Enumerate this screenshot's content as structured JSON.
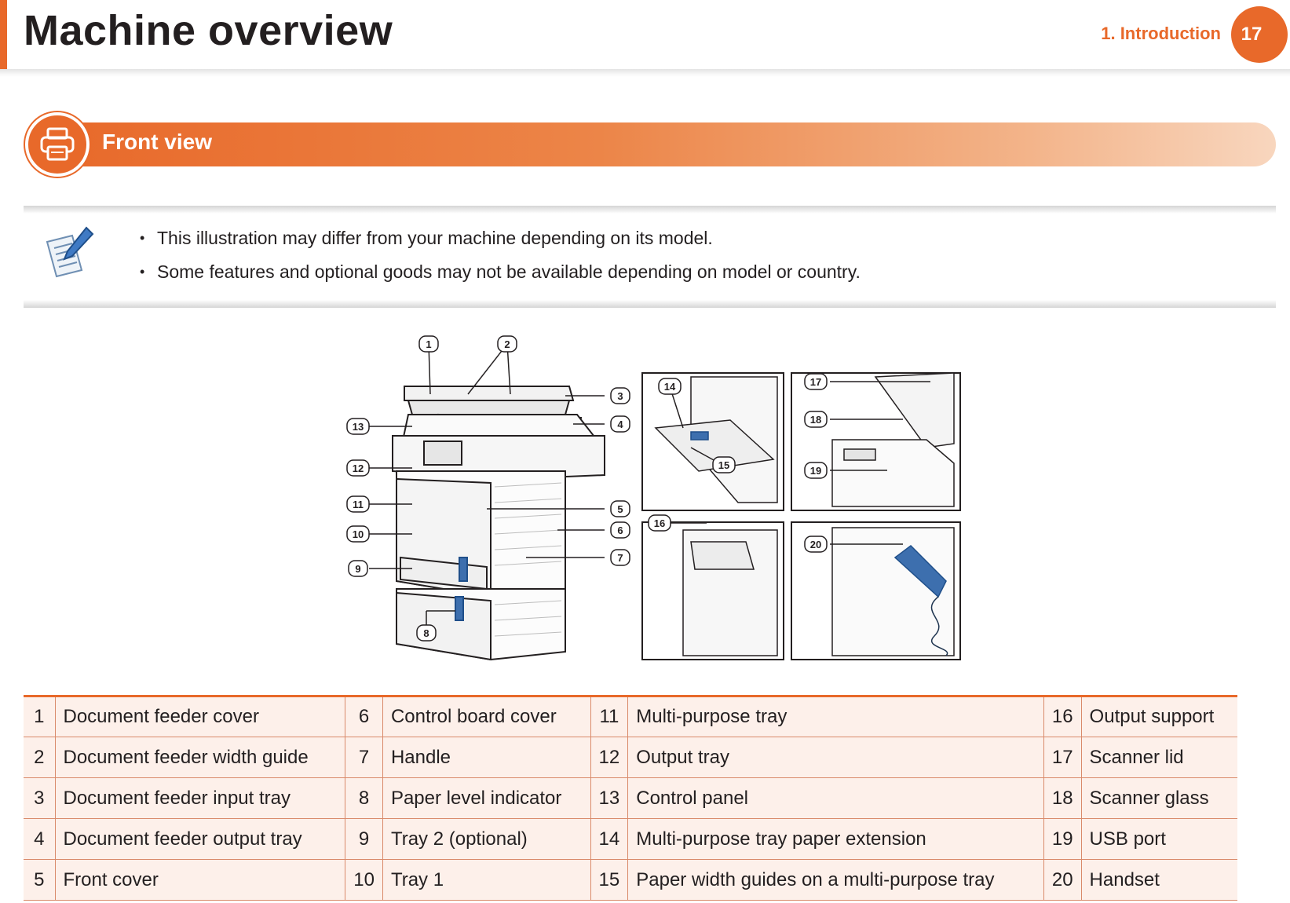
{
  "header": {
    "title": "Machine overview",
    "chapter": "1.  Introduction",
    "page_number": "17"
  },
  "section": {
    "title": "Front view",
    "icon": "printer-icon"
  },
  "note": {
    "icon": "note-pencil-icon",
    "items": [
      "This illustration may differ from your machine depending on its model.",
      "Some features and optional goods may not be available depending on model or country."
    ]
  },
  "figure": {
    "callouts": [
      "1",
      "2",
      "3",
      "4",
      "5",
      "6",
      "7",
      "8",
      "9",
      "10",
      "11",
      "12",
      "13",
      "14",
      "15",
      "16",
      "17",
      "18",
      "19",
      "20"
    ]
  },
  "parts_table": {
    "rows": [
      [
        {
          "num": "1",
          "label": "Document feeder cover"
        },
        {
          "num": "6",
          "label": "Control board cover"
        },
        {
          "num": "11",
          "label": "Multi-purpose tray"
        },
        {
          "num": "16",
          "label": "Output support"
        }
      ],
      [
        {
          "num": "2",
          "label": "Document feeder width guide"
        },
        {
          "num": "7",
          "label": "Handle"
        },
        {
          "num": "12",
          "label": "Output tray"
        },
        {
          "num": "17",
          "label": "Scanner lid"
        }
      ],
      [
        {
          "num": "3",
          "label": "Document feeder input tray"
        },
        {
          "num": "8",
          "label": "Paper level indicator"
        },
        {
          "num": "13",
          "label": "Control panel"
        },
        {
          "num": "18",
          "label": "Scanner glass"
        }
      ],
      [
        {
          "num": "4",
          "label": "Document feeder output tray"
        },
        {
          "num": "9",
          "label": "Tray 2 (optional)"
        },
        {
          "num": "14",
          "label": "Multi-purpose tray paper extension"
        },
        {
          "num": "19",
          "label": "USB port"
        }
      ],
      [
        {
          "num": "5",
          "label": "Front cover"
        },
        {
          "num": "10",
          "label": "Tray 1"
        },
        {
          "num": "15",
          "label": "Paper width guides on a multi-purpose tray"
        },
        {
          "num": "20",
          "label": "Handset"
        }
      ]
    ]
  },
  "colors": {
    "accent": "#e8692a",
    "table_fill": "#fdf0ea"
  }
}
